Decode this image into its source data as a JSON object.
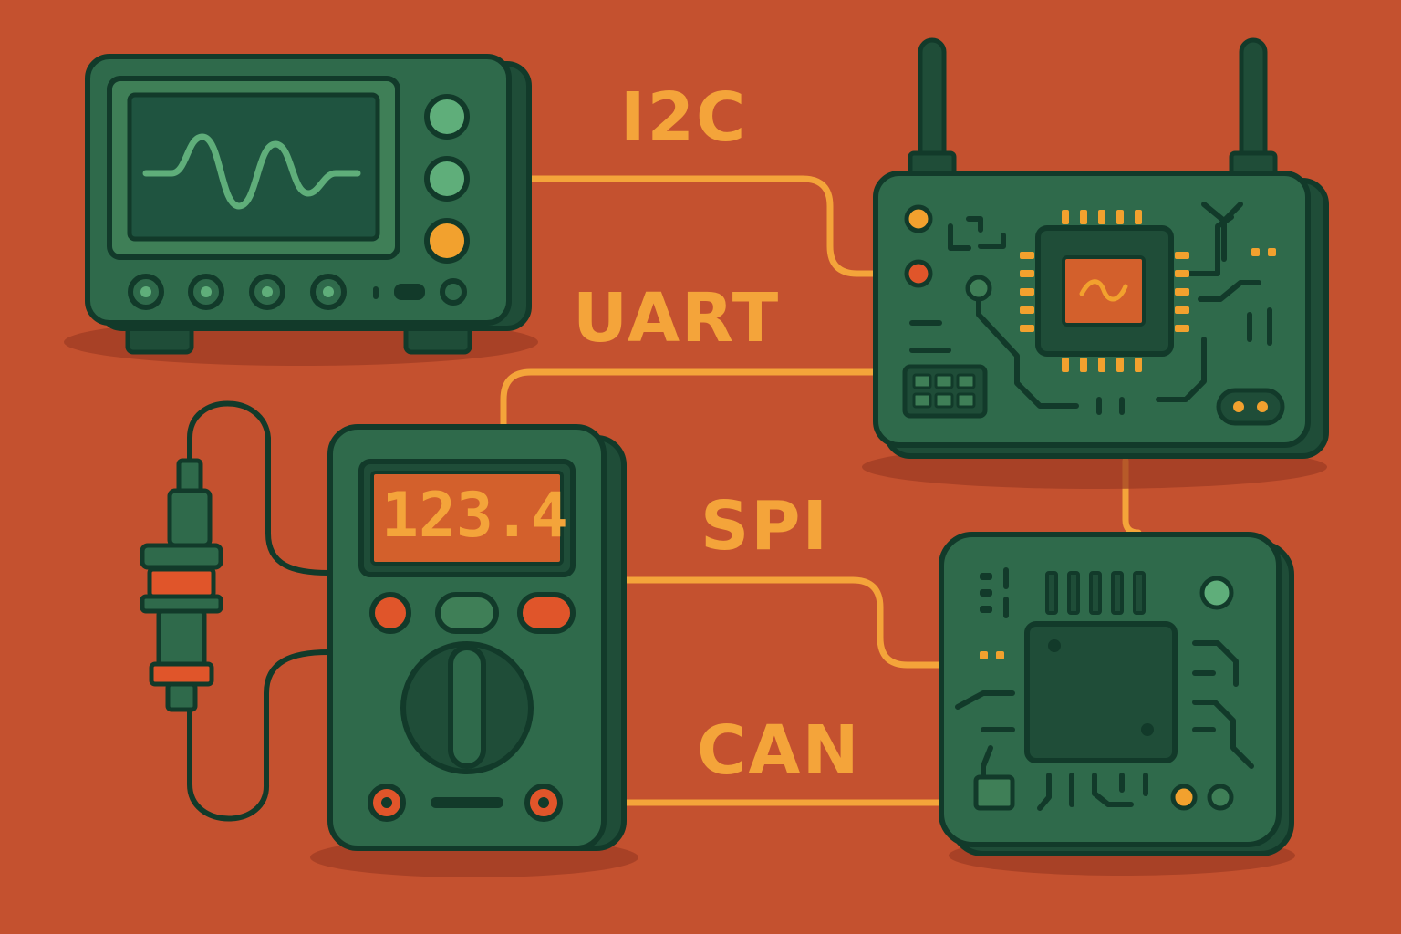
{
  "protocols": {
    "i2c": "I2C",
    "uart": "UART",
    "spi": "SPI",
    "can": "CAN"
  },
  "multimeter": {
    "display_value": "123.4"
  },
  "colors": {
    "background": "#c4512f",
    "device_body": "#2f6a4b",
    "device_dark": "#1f4d38",
    "outline": "#123a2a",
    "wire": "#f4a43a",
    "trace_glow": "#5fae7a",
    "indicator_red": "#e0552a",
    "indicator_orange": "#f2a12e"
  },
  "icons": {
    "oscilloscope": "oscilloscope-icon",
    "multimeter": "multimeter-icon",
    "router_board": "router-board-icon",
    "microcontroller": "microcontroller-icon",
    "probe": "probe-icon"
  }
}
